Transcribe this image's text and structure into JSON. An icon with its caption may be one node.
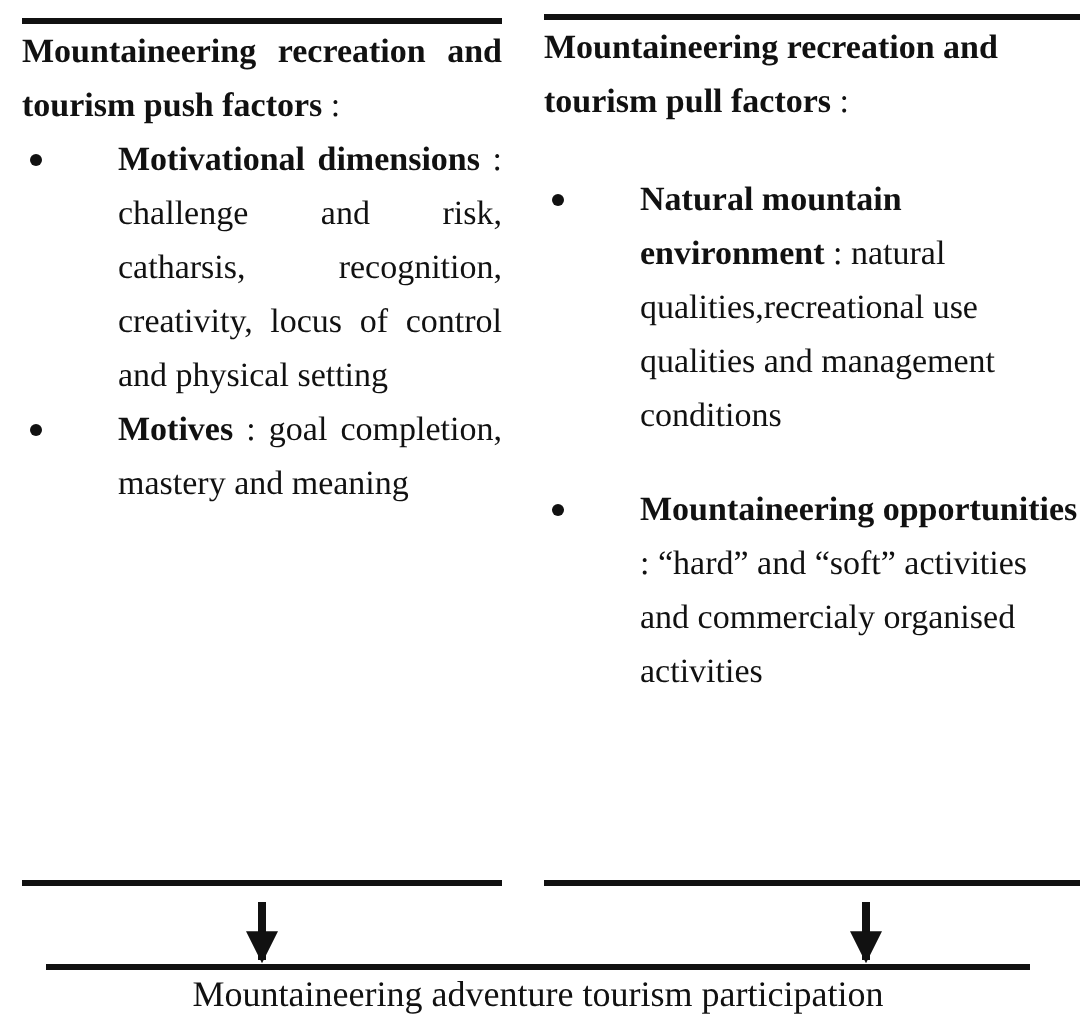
{
  "diagram": {
    "nodes": [
      {
        "text": [
          "**Mountaineering recreation and tourism push factors** :",
          "**Motivational dimensions** : challenge and risk, catharsis, recognition, creativity, locus of control and physical setting",
          "**Motives** : goal completion, mastery and meaning"
        ]
      },
      {
        "text": [
          "**Mountaineering recreation and tourism pull factors** :",
          "**Natural mountain environment** : natural qualities,recreational use qualities and management conditions",
          "**Mountaineering opportunities** : “hard” and “soft” activities and commercialy organised activities"
        ]
      },
      {
        "text": [
          "Mountaineering adventure tourism participation"
        ]
      }
    ],
    "edges": [
      {
        "from": 0,
        "to": 2,
        "arrow": "to"
      },
      {
        "from": 1,
        "to": 2,
        "arrow": "to"
      }
    ]
  }
}
